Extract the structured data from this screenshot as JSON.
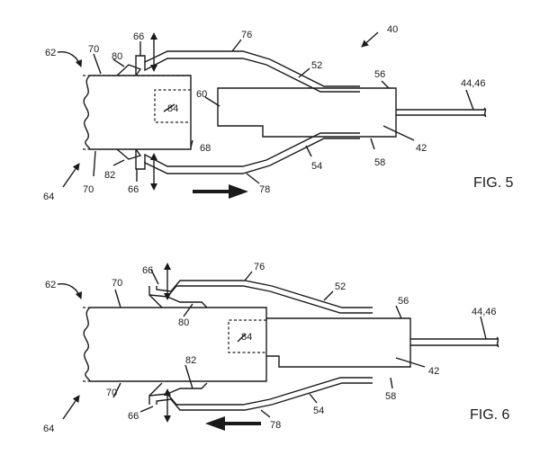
{
  "figures": [
    {
      "caption": "FIG. 5",
      "labels": {
        "l40": "40",
        "l62": "62",
        "l70a": "70",
        "l80": "80",
        "l66a": "66",
        "l76": "76",
        "l52": "52",
        "l60": "60",
        "l84": "84",
        "l68": "68",
        "l56": "56",
        "l4446": "44,46",
        "l42": "42",
        "l58": "58",
        "l54": "54",
        "l82": "82",
        "l66b": "66",
        "l70b": "70",
        "l64": "64",
        "l78": "78"
      },
      "motion_arrow": "right"
    },
    {
      "caption": "FIG. 6",
      "labels": {
        "l62": "62",
        "l70a": "70",
        "l66a": "66",
        "l76": "76",
        "l52": "52",
        "l80": "80",
        "l56": "56",
        "l4446": "44,46",
        "l84": "84",
        "l82": "82",
        "l42": "42",
        "l70b": "70",
        "l58": "58",
        "l54": "54",
        "l66b": "66",
        "l78": "78",
        "l64": "64"
      },
      "motion_arrow": "left"
    }
  ]
}
